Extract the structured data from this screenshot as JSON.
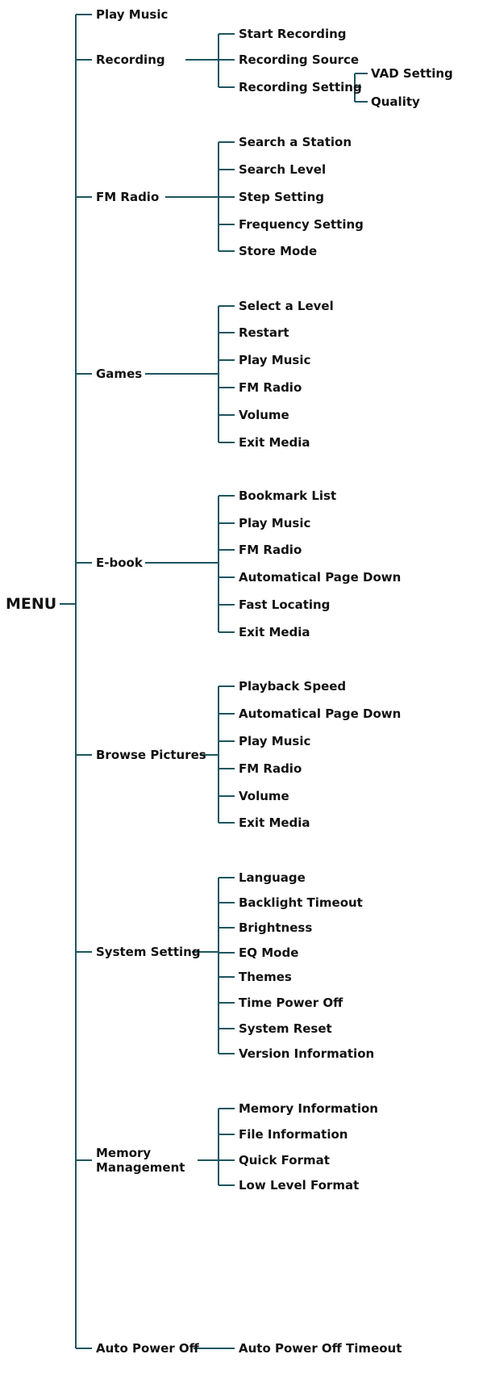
{
  "root": "MENU",
  "line_color": "#1d5560",
  "menu": [
    {
      "label": "Play Music",
      "children": []
    },
    {
      "label": "Recording",
      "children": [
        {
          "label": "Start Recording"
        },
        {
          "label": "Recording Source"
        },
        {
          "label": "Recording Setting",
          "children": [
            {
              "label": "VAD Setting"
            },
            {
              "label": "Quality"
            }
          ]
        }
      ]
    },
    {
      "label": "FM Radio",
      "children": [
        {
          "label": "Search a Station"
        },
        {
          "label": "Search Level"
        },
        {
          "label": "Step Setting"
        },
        {
          "label": "Frequency Setting"
        },
        {
          "label": "Store Mode"
        }
      ]
    },
    {
      "label": "Games",
      "children": [
        {
          "label": "Select a Level"
        },
        {
          "label": "Restart"
        },
        {
          "label": "Play Music"
        },
        {
          "label": "FM Radio"
        },
        {
          "label": "Volume"
        },
        {
          "label": "Exit Media"
        }
      ]
    },
    {
      "label": "E-book",
      "children": [
        {
          "label": "Bookmark List"
        },
        {
          "label": "Play Music"
        },
        {
          "label": "FM Radio"
        },
        {
          "label": "Automatical Page Down"
        },
        {
          "label": "Fast Locating"
        },
        {
          "label": "Exit Media"
        }
      ]
    },
    {
      "label": "Browse Pictures",
      "children": [
        {
          "label": "Playback Speed"
        },
        {
          "label": "Automatical Page Down"
        },
        {
          "label": "Play Music"
        },
        {
          "label": "FM Radio"
        },
        {
          "label": "Volume"
        },
        {
          "label": "Exit Media"
        }
      ]
    },
    {
      "label": "System Setting",
      "children": [
        {
          "label": "Language"
        },
        {
          "label": "Backlight Timeout"
        },
        {
          "label": "Brightness"
        },
        {
          "label": "EQ Mode"
        },
        {
          "label": "Themes"
        },
        {
          "label": "Time Power Off"
        },
        {
          "label": "System Reset"
        },
        {
          "label": "Version Information"
        }
      ]
    },
    {
      "label": "Memory Management",
      "children": [
        {
          "label": "Memory Information"
        },
        {
          "label": "File Information"
        },
        {
          "label": "Quick Format"
        },
        {
          "label": "Low Level Format"
        }
      ]
    },
    {
      "label": "Auto Power Off",
      "children": [
        {
          "label": "Auto Power Off Timeout"
        }
      ]
    }
  ]
}
